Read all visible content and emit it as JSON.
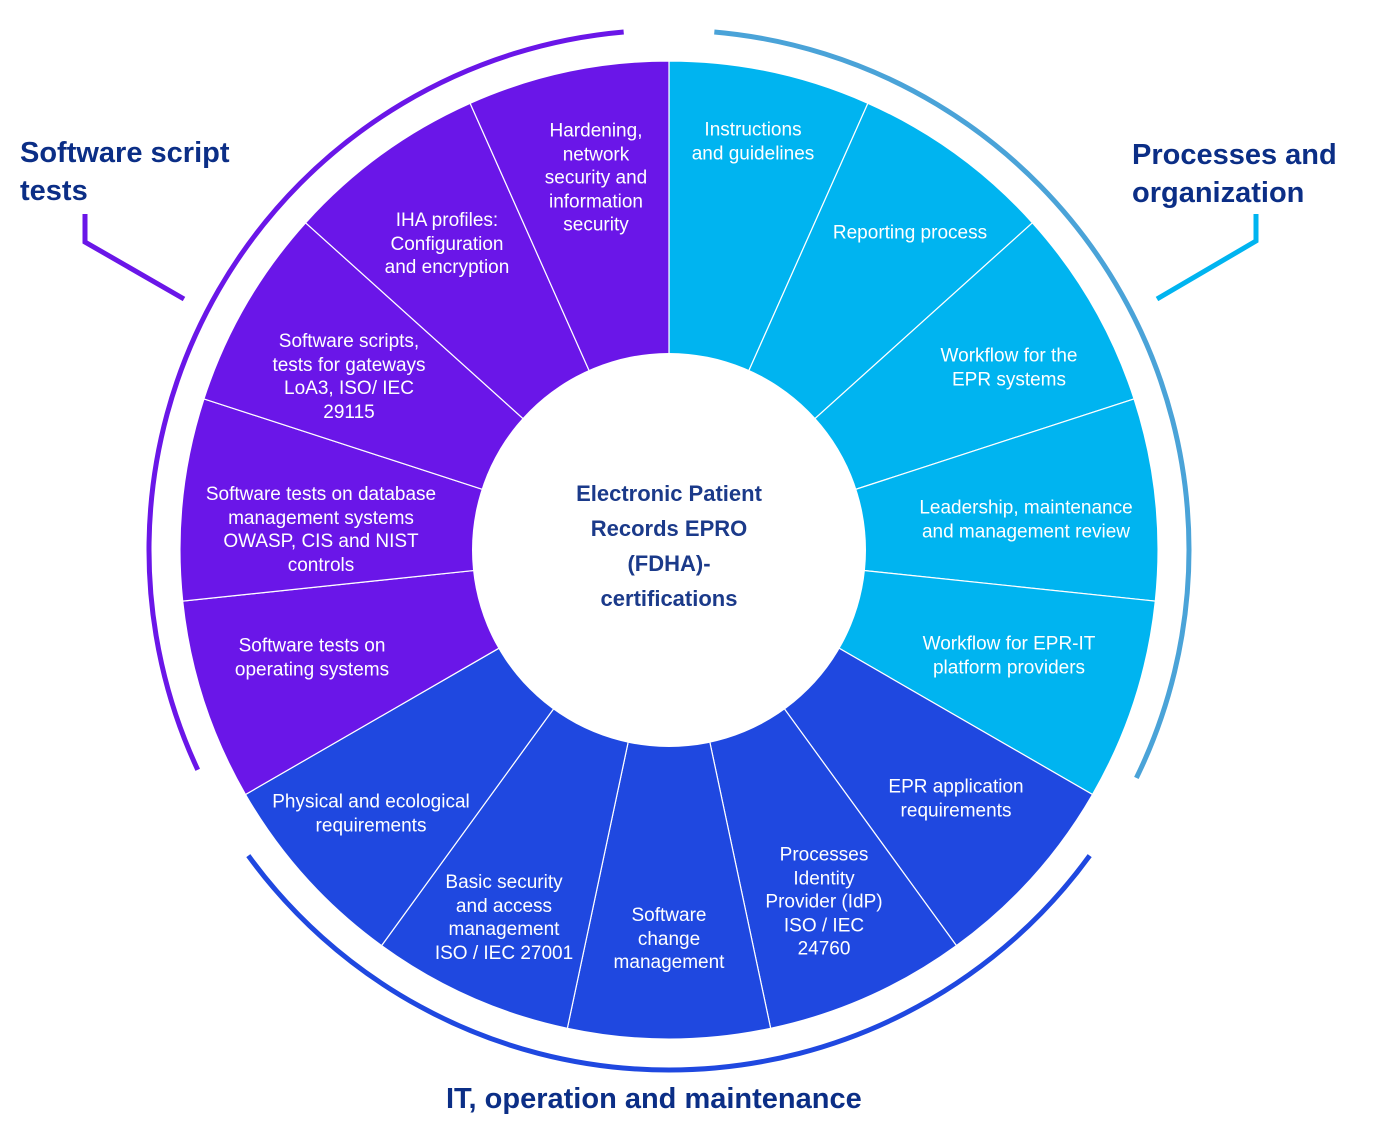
{
  "center": {
    "title": "Electronic Patient\nRecords EPRO\n(FDHA)-\ncertifications"
  },
  "groups": [
    {
      "title": "Processes and\norganization",
      "color": "#00B4F0",
      "arc_color": "#4AA3D8"
    },
    {
      "title": "IT, operation and maintenance",
      "color": "#1F48E0",
      "arc_color": "#1F48E0"
    },
    {
      "title": "Software script\ntests",
      "color": "#6A16E8",
      "arc_color": "#6A16E8"
    }
  ],
  "segments": [
    {
      "group": 0,
      "label": "Instructions\nand guidelines"
    },
    {
      "group": 0,
      "label": "Reporting process"
    },
    {
      "group": 0,
      "label": "Workflow for the\nEPR systems"
    },
    {
      "group": 0,
      "label": "Leadership, maintenance\nand management review"
    },
    {
      "group": 0,
      "label": "Workflow for EPR-IT\nplatform providers"
    },
    {
      "group": 1,
      "label": "EPR application\nrequirements"
    },
    {
      "group": 1,
      "label": "Processes\nIdentity\nProvider (IdP)\nISO / IEC\n24760"
    },
    {
      "group": 1,
      "label": "Software\nchange\nmanagement"
    },
    {
      "group": 1,
      "label": "Basic security\nand access\nmanagement\nISO / IEC 27001"
    },
    {
      "group": 1,
      "label": "Physical and ecological\nrequirements"
    },
    {
      "group": 2,
      "label": "Software tests on\noperating systems"
    },
    {
      "group": 2,
      "label": "Software tests on database\nmanagement systems\nOWASP, CIS and NIST\ncontrols"
    },
    {
      "group": 2,
      "label": "Software scripts,\ntests for gateways\nLoA3, ISO/ IEC\n29115"
    },
    {
      "group": 2,
      "label": "IHA profiles:\nConfiguration\nand encryption"
    },
    {
      "group": 2,
      "label": "Hardening,\nnetwork\nsecurity and\ninformation\nsecurity"
    }
  ]
}
